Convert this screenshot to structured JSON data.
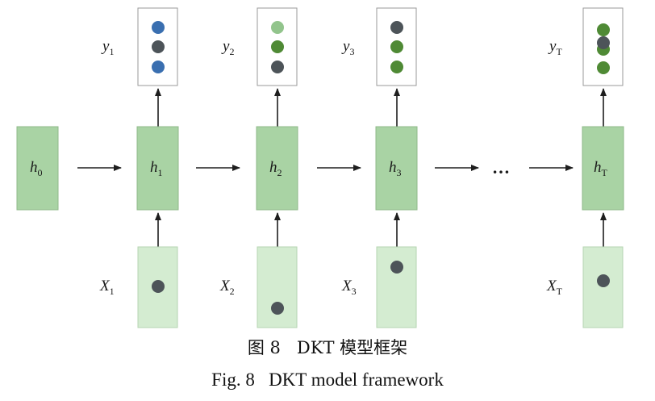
{
  "diagram": {
    "hidden_labels": [
      "h",
      "0",
      "h",
      "1",
      "h",
      "2",
      "h",
      "3",
      "h",
      "T"
    ],
    "initial": {
      "label": "h",
      "sub": "0"
    },
    "steps": [
      {
        "h_label": "h",
        "h_sub": "1",
        "y_label": "y",
        "y_sub": "1",
        "x_label": "X",
        "x_sub": "1",
        "y_dots": [
          "#3a6fb0",
          "#4d5459",
          "#3a6fb0"
        ],
        "x_dot": "#4d5459"
      },
      {
        "h_label": "h",
        "h_sub": "2",
        "y_label": "y",
        "y_sub": "2",
        "x_label": "X",
        "x_sub": "2",
        "y_dots": [
          "#92c48c",
          "#4f8a35",
          "#4d5459"
        ],
        "x_dot": "#4d5459"
      },
      {
        "h_label": "h",
        "h_sub": "3",
        "y_label": "y",
        "y_sub": "3",
        "x_label": "X",
        "x_sub": "3",
        "y_dots": [
          "#4d5459",
          "#4f8a35",
          "#4f8a35"
        ],
        "x_dot": "#4d5459"
      },
      {
        "h_label": "h",
        "h_sub": "T",
        "y_label": "y",
        "y_sub": "T",
        "x_label": "X",
        "x_sub": "T",
        "y_dots": [
          "#4f8a35",
          "#4d5459",
          "#4f8a35"
        ],
        "x_dot": "#4d5459"
      }
    ],
    "ellipsis": "…"
  },
  "caption": {
    "zh": "图 8   DKT 模型框架",
    "en": "Fig. 8   DKT model framework"
  },
  "colors": {
    "output_box": "#ffffff",
    "hidden_box": "#a9d3a4",
    "input_box": "#d4ecd1",
    "arrow": "#1e1e1e"
  }
}
